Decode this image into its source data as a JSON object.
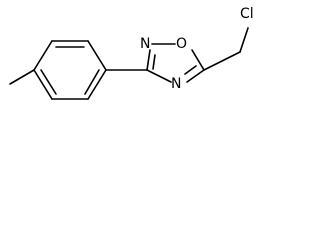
{
  "molecule": {
    "atoms": {
      "n2": "N",
      "o1": "O",
      "n4": "N",
      "cl": "Cl"
    }
  },
  "colors": {
    "bond": "#000000",
    "label": "#000000",
    "background": "#ffffff"
  }
}
